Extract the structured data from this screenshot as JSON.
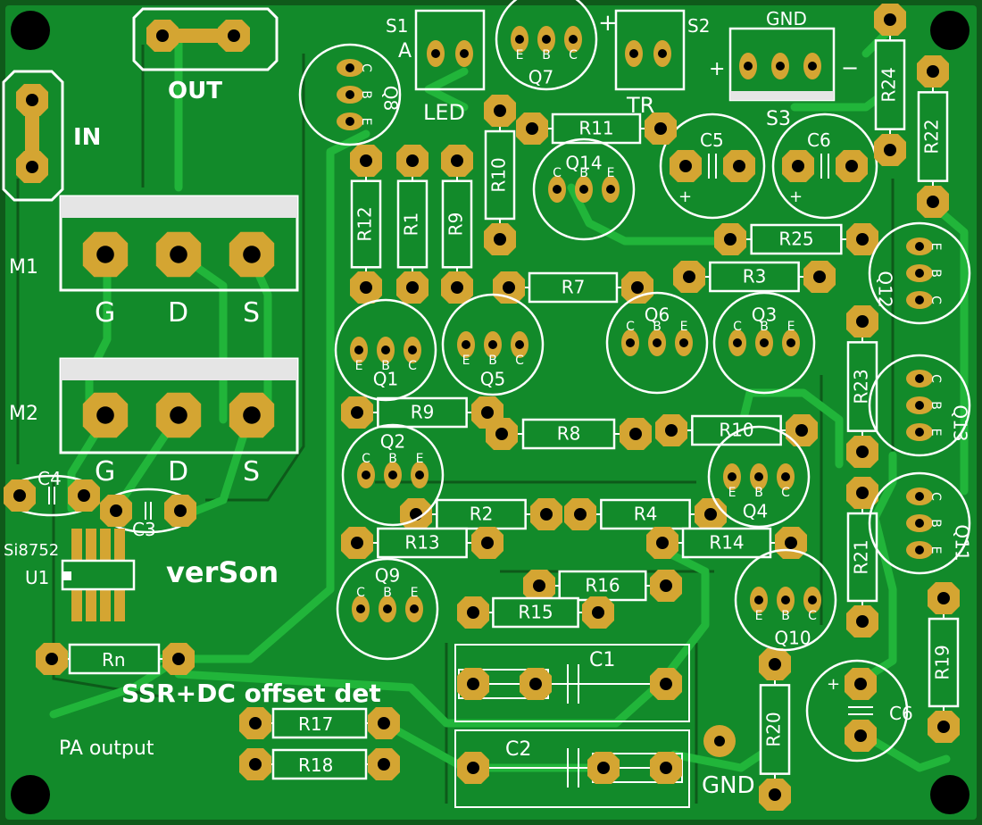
{
  "board": {
    "copper_color": "#128a2a",
    "trace_color": "#21b53a",
    "silk_color": "#ffffff",
    "pad_color": "#d4a532",
    "substrate_color": "#0f5a1a"
  },
  "labels": {
    "out": "OUT",
    "in": "IN",
    "m1": "M1",
    "m2": "M2",
    "gate": "G",
    "drain": "D",
    "source": "S",
    "s1": "S1",
    "s1_sub": "A",
    "s2": "S2",
    "led": "LED",
    "tr": "TR",
    "plus": "+",
    "minus": "−",
    "gnd": "GND",
    "s3": "S3",
    "si8752": "Si8752",
    "u1": "U1",
    "verson": "verSon",
    "rn": "Rn",
    "ssr": "SSR+DC offset det",
    "pa_output": "PA output",
    "gnd_bottom": "GND",
    "tr_e": "E",
    "tr_b": "B",
    "tr_c": "C"
  },
  "designators": {
    "R1": "R1",
    "R2": "R2",
    "R3": "R3",
    "R4": "R4",
    "R7": "R7",
    "R8": "R8",
    "R9": "R9",
    "R10": "R10",
    "R11": "R11",
    "R12": "R12",
    "R13": "R13",
    "R14": "R14",
    "R15": "R15",
    "R16": "R16",
    "R17": "R17",
    "R18": "R18",
    "R19": "R19",
    "R20": "R20",
    "R21": "R21",
    "R22": "R22",
    "R23": "R23",
    "R24": "R24",
    "R25": "R25",
    "Q1": "Q1",
    "Q2": "Q2",
    "Q3": "Q3",
    "Q4": "Q4",
    "Q5": "Q5",
    "Q6": "Q6",
    "Q7": "Q7",
    "Q8": "Q8",
    "Q9": "Q9",
    "Q10": "Q10",
    "Q11": "Q11",
    "Q12": "Q12",
    "Q13": "Q13",
    "Q14": "Q14",
    "C1": "C1",
    "C2": "C2",
    "C3": "C3",
    "C4": "C4",
    "C5": "C5",
    "C6": "C6"
  }
}
